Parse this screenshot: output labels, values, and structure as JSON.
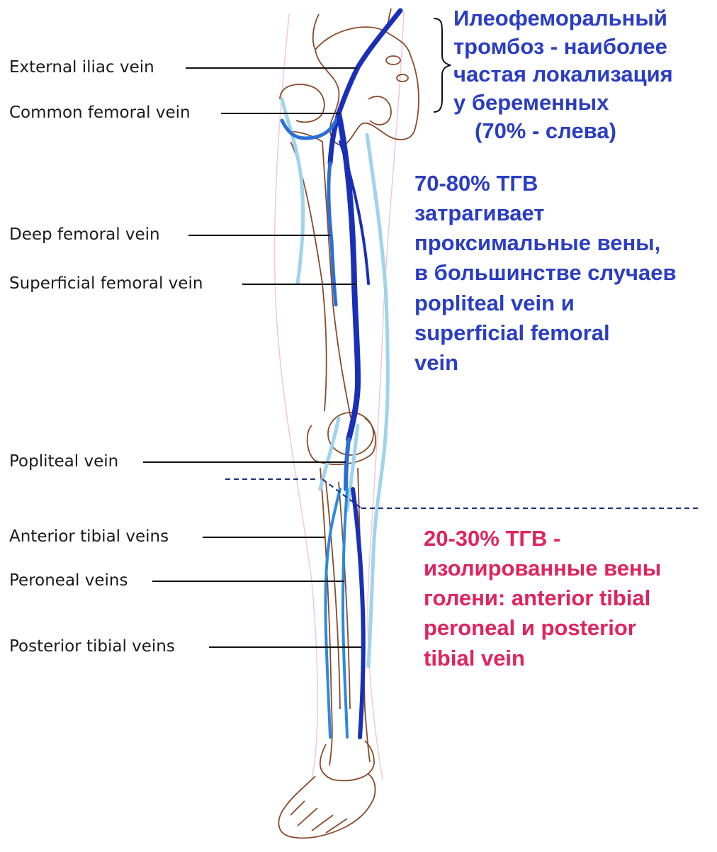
{
  "labels": {
    "external_iliac": "External iliac vein",
    "common_femoral": "Common femoral vein",
    "deep_femoral": "Deep femoral vein",
    "superficial_femoral": "Superficial femoral vein",
    "popliteal": "Popliteal vein",
    "anterior_tibial": "Anterior tibial veins",
    "peroneal": "Peroneal veins",
    "posterior_tibial": "Posterior tibial veins"
  },
  "notes": {
    "iliofemoral": [
      "Илеофеморальный",
      "тромбоз - наиболее",
      "частая локализация",
      "у беременных",
      "(70% - слева)"
    ],
    "proximal": [
      "70-80% ТГВ",
      "затрагивает",
      "проксимальные вены,",
      "в большинстве случаев",
      "popliteal vein и",
      "superficial femoral",
      "vein"
    ],
    "distal": [
      "20-30% ТГВ -",
      "изолированные вены",
      "голени: anterior tibial",
      "peroneal и posterior",
      "tibial vein"
    ]
  },
  "colors": {
    "note_blue": "#2a3dc4",
    "note_red": "#e0245e",
    "vein_deep": "#1a2fb8",
    "vein_mid": "#2a6fd6",
    "vein_light": "#9fd3ee",
    "bone_outline": "#8a4a2a"
  }
}
